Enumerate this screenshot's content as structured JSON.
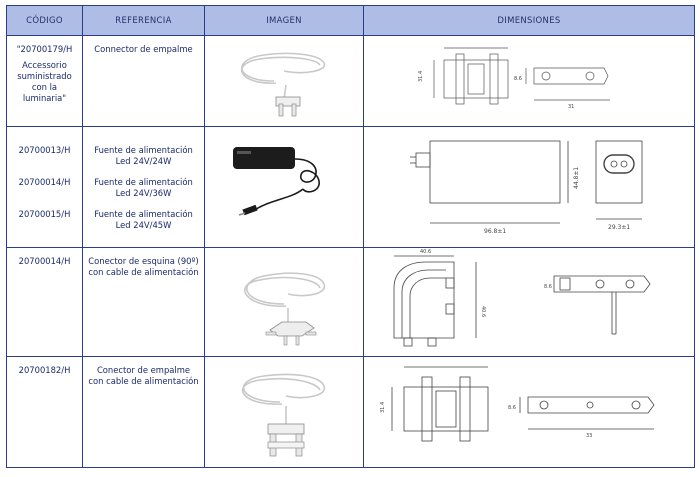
{
  "headers": {
    "code": "CÓDIGO",
    "reference": "REFERENCIA",
    "image": "IMAGEN",
    "dimensions": "DIMENSIONES"
  },
  "rows": [
    {
      "code_lines": [
        "\"20700179/H",
        "Accessorio",
        "suministrado",
        "con la",
        "luminaria\""
      ],
      "reference_lines": [
        "Connector de empalme"
      ],
      "image_icon": "splice-connector-photo",
      "dims": [
        "31.4",
        "8.6",
        "31"
      ]
    },
    {
      "code_lines": [
        "20700013/H",
        "20700014/H",
        "20700015/H"
      ],
      "reference_lines": [
        "Fuente de alimentación",
        "Led  24V/24W",
        "Fuente de alimentación",
        "Led  24V/36W",
        "Fuente de alimentación",
        "Led   24V/45W"
      ],
      "image_icon": "power-adapter-photo",
      "dims": [
        "44.8±1",
        "96.8±1",
        "29.3±1"
      ]
    },
    {
      "code_lines": [
        "20700014/H"
      ],
      "reference_lines": [
        "Conector de esquina (90º)",
        "con cable de alimentación"
      ],
      "image_icon": "corner-connector-photo",
      "dims": [
        "40.6",
        "8.6",
        "40.6"
      ]
    },
    {
      "code_lines": [
        "20700182/H"
      ],
      "reference_lines": [
        "Conector de empalme",
        "con cable de alimentación"
      ],
      "image_icon": "splice-connector-cable-photo",
      "dims": [
        "31.4",
        "8.6",
        "33"
      ]
    }
  ],
  "colors": {
    "border": "#2d3c86",
    "header_bg": "#aebde6",
    "text": "#1b2a6b"
  }
}
